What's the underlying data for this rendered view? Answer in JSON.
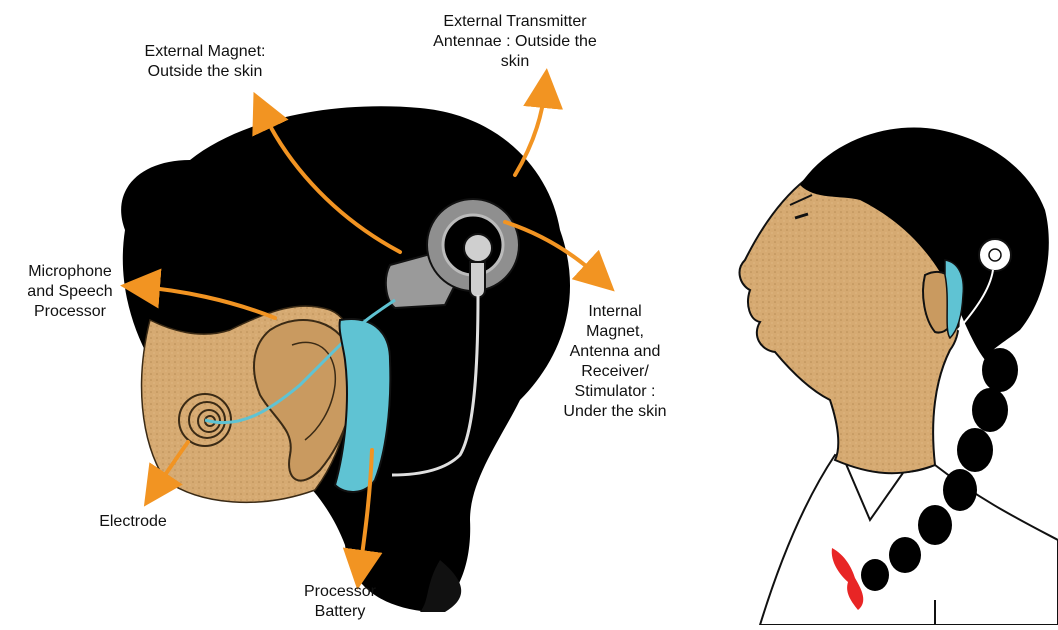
{
  "labels": {
    "external_transmitter": [
      "External Transmitter",
      "Antennae : Outside the",
      "skin"
    ],
    "external_magnet": [
      "External Magnet:",
      "Outside the skin"
    ],
    "microphone": [
      "Microphone",
      "and Speech",
      "Processor"
    ],
    "internal_magnet": [
      "Internal",
      "Magnet,",
      "Antenna and",
      "Receiver/",
      "Stimulator :",
      "Under the skin"
    ],
    "electrode": [
      "Electrode"
    ],
    "battery": [
      "Processor",
      "Battery"
    ]
  },
  "colors": {
    "arrow": "#f29422",
    "hair": "#000000",
    "skin": "#d6aa72",
    "device_blue": "#5fc3d3",
    "device_gray": "#9a9a9a",
    "ribbon": "#e82525"
  }
}
